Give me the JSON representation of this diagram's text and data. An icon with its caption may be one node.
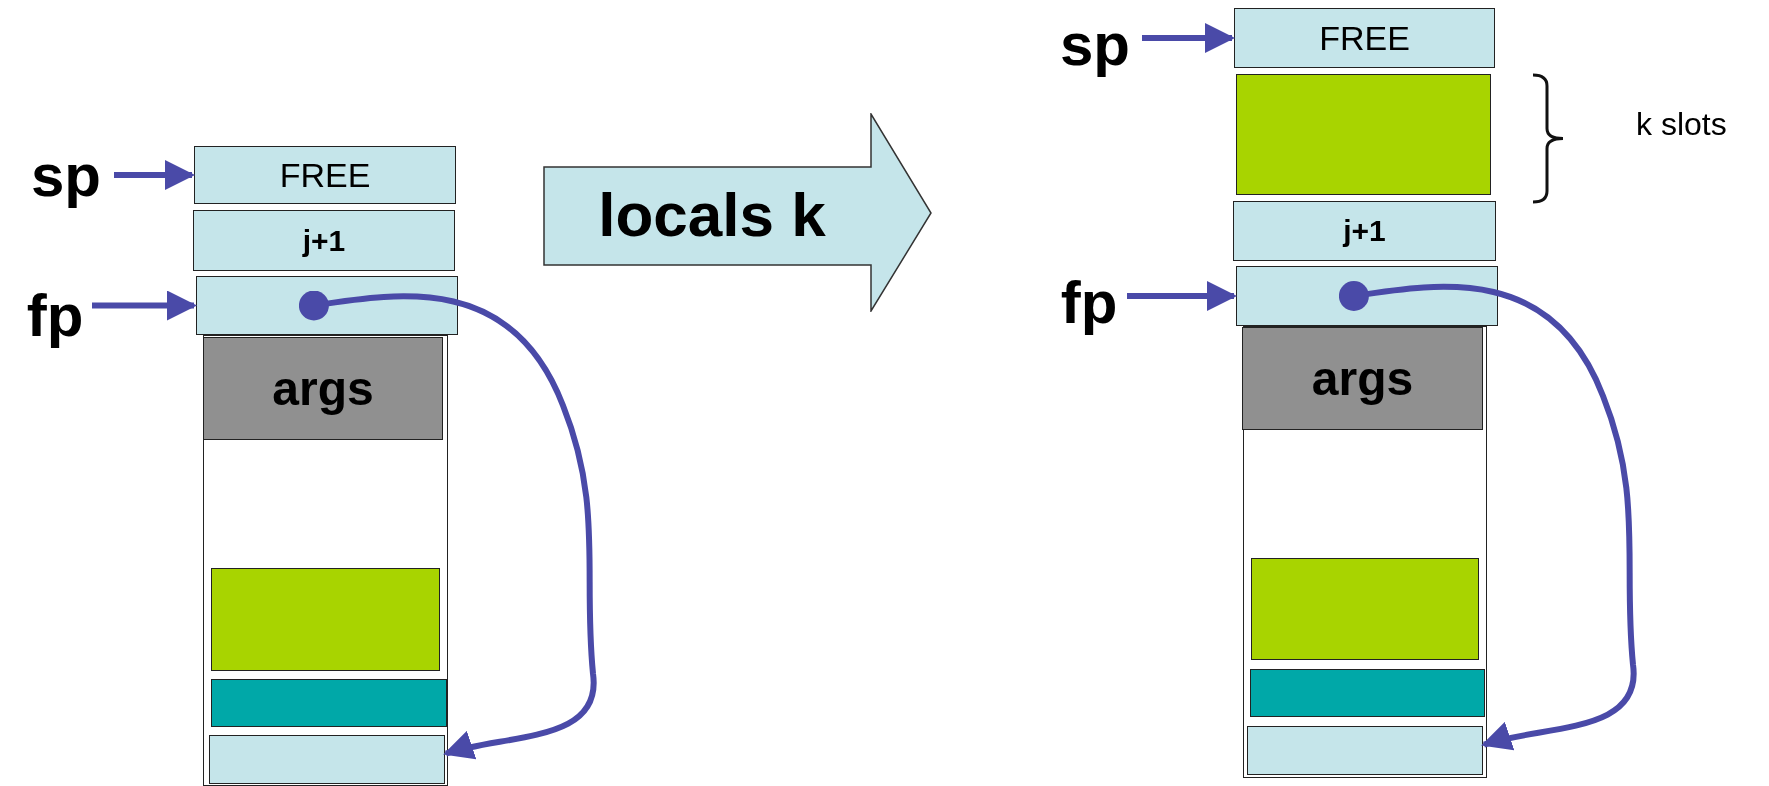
{
  "diagram": {
    "nodes": [
      {
        "text": [
          "sp"
        ]
      },
      {
        "text": [
          "FREE"
        ]
      },
      {
        "text": [
          "j+1"
        ]
      },
      {
        "text": [
          "fp"
        ]
      },
      {
        "text": [],
        "shape": "box"
      },
      {
        "text": [],
        "shape": "box"
      },
      {
        "text": [
          "args"
        ],
        "in": 5
      },
      {
        "text": [],
        "shape": "box",
        "in": 5
      },
      {
        "text": [],
        "shape": "box",
        "in": 5
      },
      {
        "text": [],
        "shape": "box",
        "in": 5
      },
      {
        "text": [
          "locals k"
        ]
      },
      {
        "text": [
          "sp"
        ]
      },
      {
        "text": [
          "FREE"
        ]
      },
      {
        "text": [],
        "shape": "box"
      },
      {
        "text": [
          "j+1"
        ]
      },
      {
        "text": [
          "fp"
        ]
      },
      {
        "text": [],
        "shape": "box"
      },
      {
        "text": [],
        "shape": "box"
      },
      {
        "text": [
          "args"
        ],
        "in": 17
      },
      {
        "text": [],
        "shape": "box",
        "in": 17
      },
      {
        "text": [],
        "shape": "box",
        "in": 17
      },
      {
        "text": [],
        "shape": "box",
        "in": 17
      }
    ],
    "edges": [
      {
        "from": 0,
        "to": 1,
        "arrow": "to"
      },
      {
        "from": 3,
        "to": 4,
        "arrow": "to"
      },
      {
        "from": 4,
        "to": 9,
        "arrow": "to"
      },
      {
        "from": 11,
        "to": 12,
        "arrow": "to"
      },
      {
        "from": 15,
        "to": 16,
        "arrow": "to"
      },
      {
        "from": 16,
        "to": 21,
        "arrow": "to"
      }
    ],
    "labels": [
      "k slots"
    ]
  }
}
